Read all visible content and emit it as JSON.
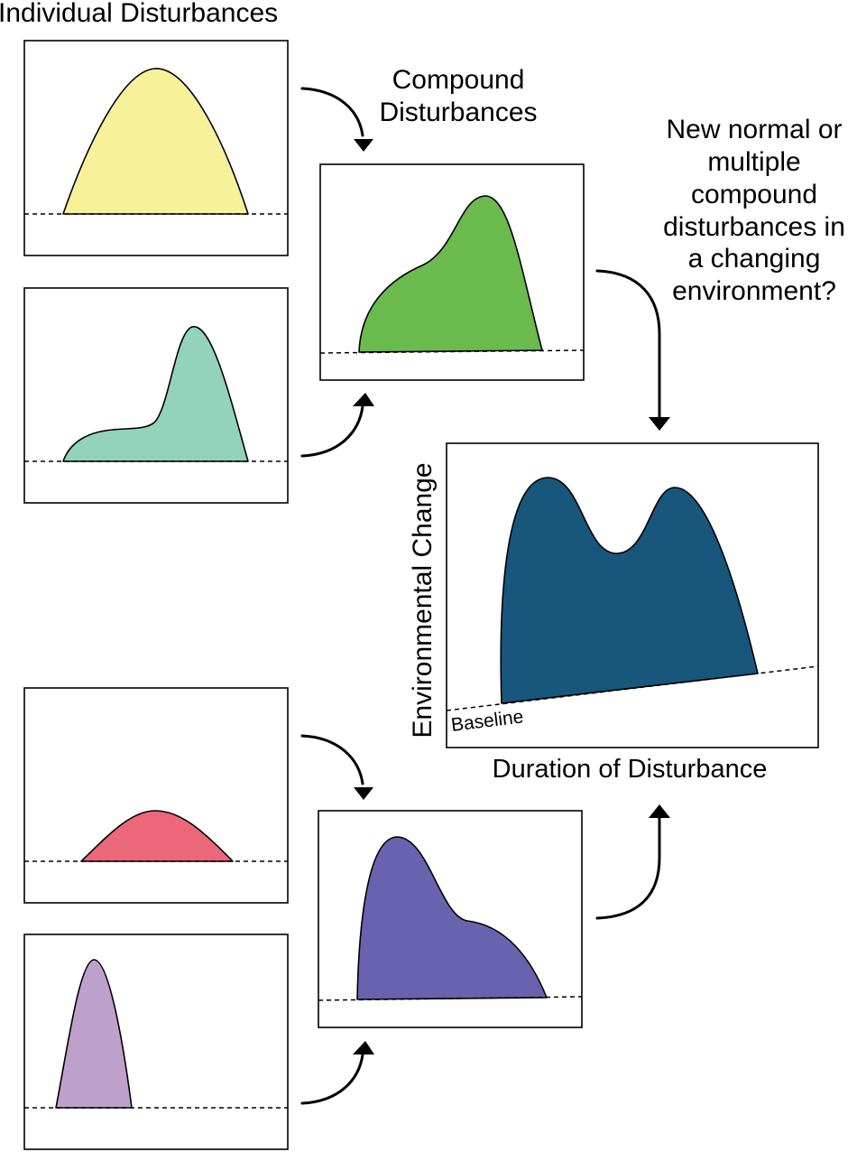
{
  "labels": {
    "individual_title": "Individual Disturbances",
    "compound_title_line1": "Compound",
    "compound_title_line2": "Disturbances",
    "question_line1": "New normal or",
    "question_line2": "multiple",
    "question_line3": "compound",
    "question_line4": "disturbances in",
    "question_line5": "a changing",
    "question_line6": "environment?",
    "y_axis": "Environmental Change",
    "x_axis": "Duration of Disturbance",
    "baseline": "Baseline"
  },
  "colors": {
    "individual_yellow": "#f7f29a",
    "individual_teal": "#92d3ba",
    "compound_green": "#6aba4e",
    "main_navy": "#18567c",
    "individual_red": "#ec6778",
    "individual_lilac": "#bea1cb",
    "compound_purple": "#6962ae"
  }
}
